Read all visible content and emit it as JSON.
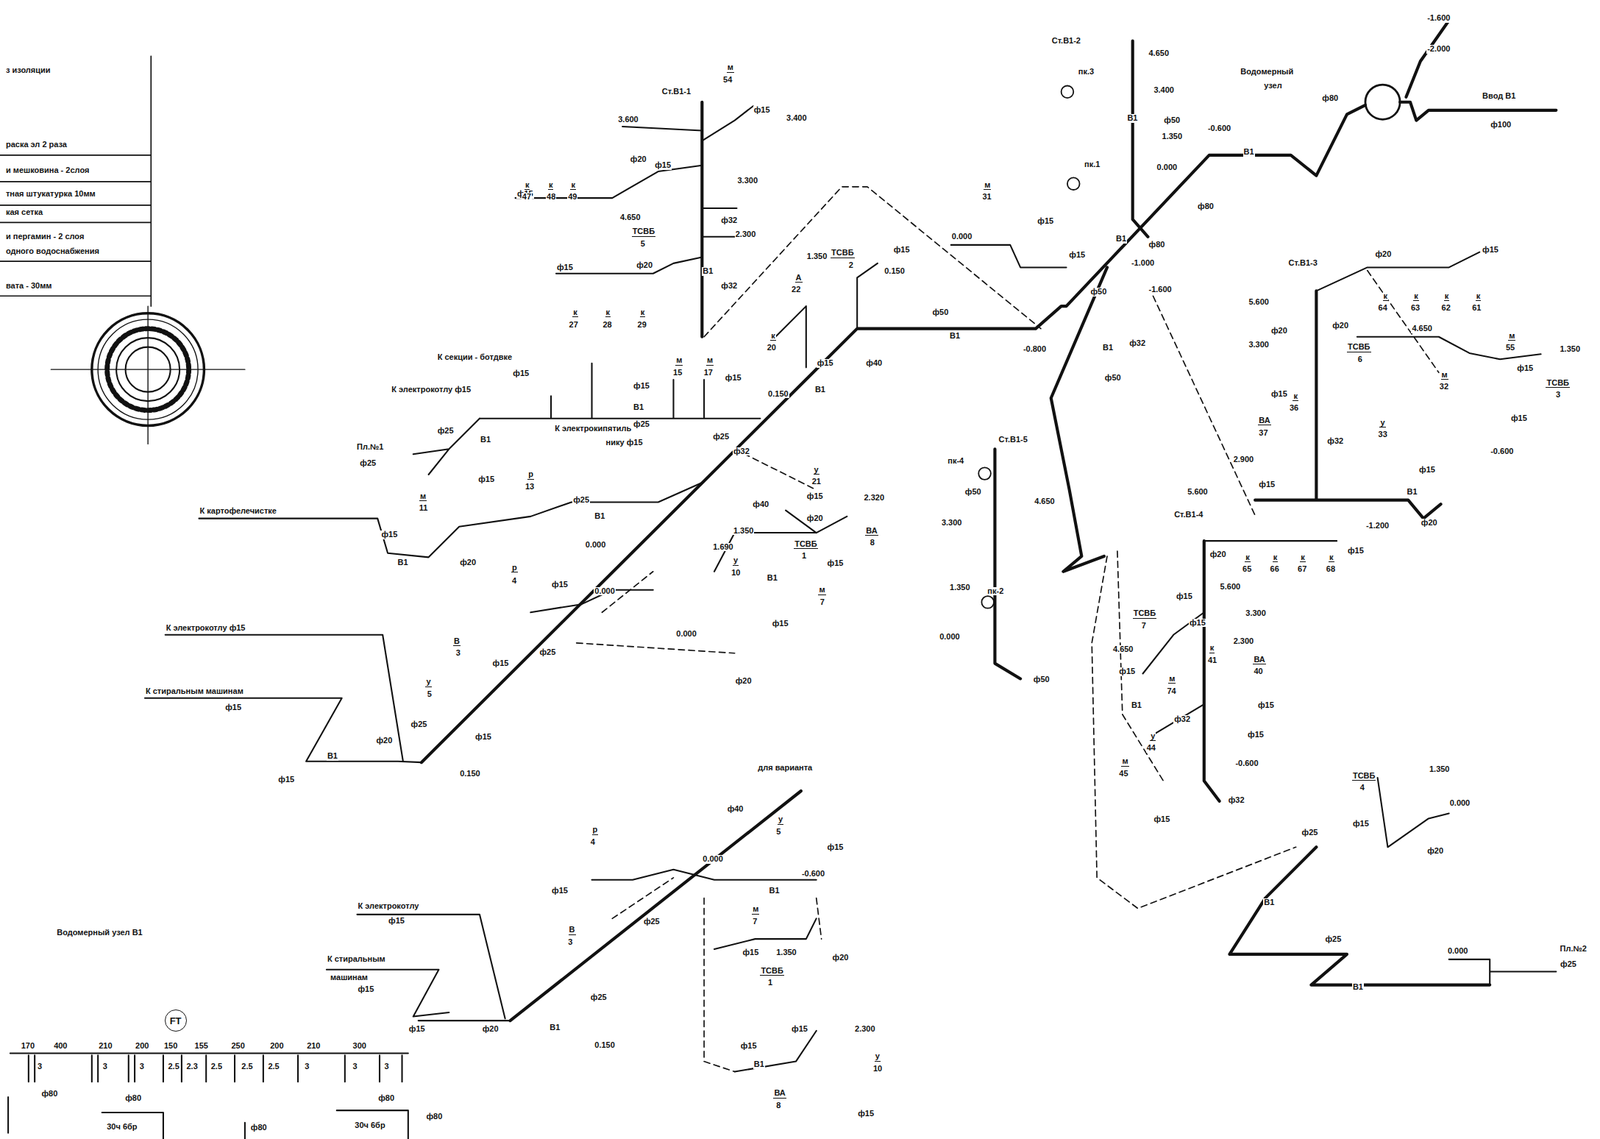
{
  "diagram": {
    "nodes": [
      {
        "text": [
          "FT"
        ]
      }
    ],
    "edges": [],
    "labels": [
      "з изоляции",
      "раска эл 2 раза",
      "и мешковина - 2слоя",
      "тная штукатурка 10мм",
      "кая сетка",
      "и пергамин - 2 слоя",
      "одного водоснабжения",
      "вата - 30мм",
      "м",
      "54",
      "Ст.В1-1",
      "ф15",
      "3.400",
      "3.600",
      "ф20",
      "ф15",
      "3.300",
      "ф15",
      "к",
      "47",
      "к",
      "48",
      "к",
      "49",
      "4.650",
      "ТСВБ",
      "5",
      "ф32",
      "2.300",
      "ф20",
      "ф15",
      "В1",
      "ф32",
      "к",
      "27",
      "к",
      "28",
      "к",
      "29",
      "ТСВБ",
      "2",
      "1.350",
      "ф15",
      "0.150",
      "А",
      "22",
      "ф50",
      "В1",
      "ф15",
      "ф40",
      "к",
      "20",
      "В1",
      "К секции - ботдвке",
      "ф15",
      "К электрокотлу ф15",
      "м",
      "15",
      "м",
      "17",
      "ф15",
      "ф15",
      "0.150",
      "В1",
      "ф25",
      "ф25",
      "К электрокипятиль",
      "нику ф15",
      "ф32",
      "Пл.№1",
      "ф25",
      "ф25",
      "В1",
      "ф15",
      "р",
      "13",
      "м",
      "11",
      "ф40",
      "у",
      "21",
      "ф15",
      "2.320",
      "ф25",
      "В1",
      "0.000",
      "К картофелечистке",
      "ф15",
      "ф20",
      "В1",
      "ф20",
      "1.350",
      "1.690",
      "ТСВБ",
      "1",
      "ВА",
      "8",
      "р",
      "4",
      "ф15",
      "0.000",
      "у",
      "10",
      "В1",
      "ф15",
      "м",
      "7",
      "ф15",
      "0.000",
      "ф20",
      "В",
      "3",
      "ф15",
      "ф25",
      "у",
      "5",
      "ф25",
      "ф15",
      "ф20",
      "К электрокотлу ф15",
      "К стиральным машинам",
      "ф15",
      "ф15",
      "В1",
      "0.150",
      "0.000",
      "м",
      "31",
      "ф15",
      "ф15",
      "В1",
      "-1.000",
      "ф50",
      "-1.600",
      "ф32",
      "-0.800",
      "ф50",
      "В1",
      "Ст.В1-2",
      "4.650",
      "пк.3",
      "3.400",
      "ф50",
      "1.350",
      "-0.600",
      "пк.1",
      "0.000",
      "ф80",
      "ф80",
      "В1",
      "В1",
      "Водомерный",
      "узел",
      "ф80",
      "Ввод В1",
      "ф100",
      "-1.600",
      "-2.000",
      "Ст.В1-5",
      "пк-4",
      "ф50",
      "4.650",
      "3.300",
      "1.350",
      "пк-2",
      "0.000",
      "ф50",
      "Ст.В1-3",
      "ф20",
      "ф15",
      "к",
      "64",
      "к",
      "63",
      "к",
      "62",
      "к",
      "61",
      "5.600",
      "ф20",
      "ф20",
      "3.300",
      "ТСВБ",
      "6",
      "4.650",
      "м",
      "55",
      "ф15",
      "1.350",
      "ТСВБ",
      "3",
      "ф15",
      "к",
      "36",
      "м",
      "32",
      "ф15",
      "ВА",
      "37",
      "у",
      "33",
      "ф32",
      "2.900",
      "-0.600",
      "ф15",
      "ф15",
      "В1",
      "-1.200",
      "ф20",
      "ф15",
      "5.600",
      "Ст.В1-4",
      "ф20",
      "к",
      "65",
      "к",
      "66",
      "к",
      "67",
      "к",
      "68",
      "5.600",
      "ТСВБ",
      "7",
      "ф15",
      "ф15",
      "3.300",
      "2.300",
      "4.650",
      "к",
      "41",
      "ВА",
      "40",
      "ф15",
      "м",
      "74",
      "В1",
      "ф15",
      "ф32",
      "ф15",
      "у",
      "44",
      "м",
      "45",
      "-0.600",
      "ф15",
      "ф32",
      "ТСВБ",
      "4",
      "1.350",
      "ф15",
      "0.000",
      "ф20",
      "ф25",
      "В1",
      "ф25",
      "0.000",
      "Пл.№2",
      "ф25",
      "В1",
      "для варианта",
      "ф40",
      "р",
      "4",
      "у",
      "5",
      "ф15",
      "0.000",
      "-0.600",
      "ф15",
      "В1",
      "ф25",
      "м",
      "7",
      "ф20",
      "В",
      "3",
      "ф25",
      "В1",
      "0.150",
      "ф15",
      "1.350",
      "ТСВБ",
      "1",
      "ф15",
      "2.300",
      "ф15",
      "В1",
      "у",
      "10",
      "ВА",
      "8",
      "ф15",
      "К электрокотлу",
      "ф15",
      "К стиральным",
      "машинам",
      "ф15",
      "ф15",
      "ф20",
      "Водомерный узел В1",
      "170",
      "400",
      "210",
      "200",
      "150",
      "155",
      "250",
      "200",
      "210",
      "300",
      "3",
      "3",
      "3",
      "2.5",
      "2.3",
      "2.5",
      "2.5",
      "2.5",
      "3",
      "3",
      "3",
      "ф80",
      "ф80",
      "30ч 6бр",
      "ф80",
      "30ч 6бр",
      "ф80",
      "ф80"
    ]
  }
}
